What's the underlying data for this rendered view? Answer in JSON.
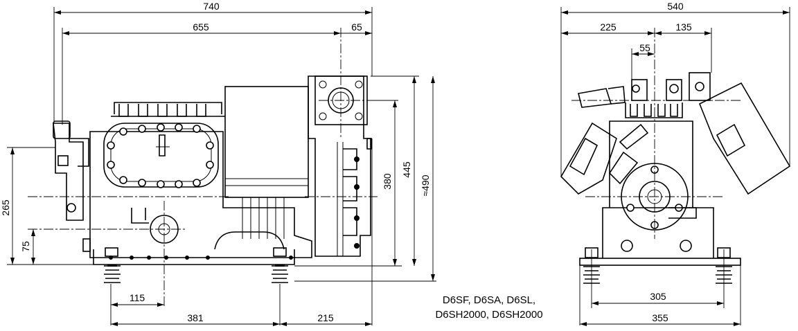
{
  "side_view": {
    "dims": {
      "overall_length": "740",
      "body_length": "655",
      "flange_offset": "65",
      "height_centerline_a": "265",
      "height_centerline_b": "75",
      "height_380": "380",
      "height_445": "445",
      "height_490": "≈490",
      "foot_offset": "115",
      "foot_spacing": "381",
      "rear_offset": "215"
    }
  },
  "front_view": {
    "dims": {
      "overall_width": "540",
      "left_width": "225",
      "right_width": "135",
      "port_spacing": "55",
      "foot_spacing": "305",
      "base_width": "355"
    }
  },
  "caption": {
    "line1": "D6SF, D6SA, D6SL,",
    "line2": "D6SH2000, D6SH2000"
  }
}
